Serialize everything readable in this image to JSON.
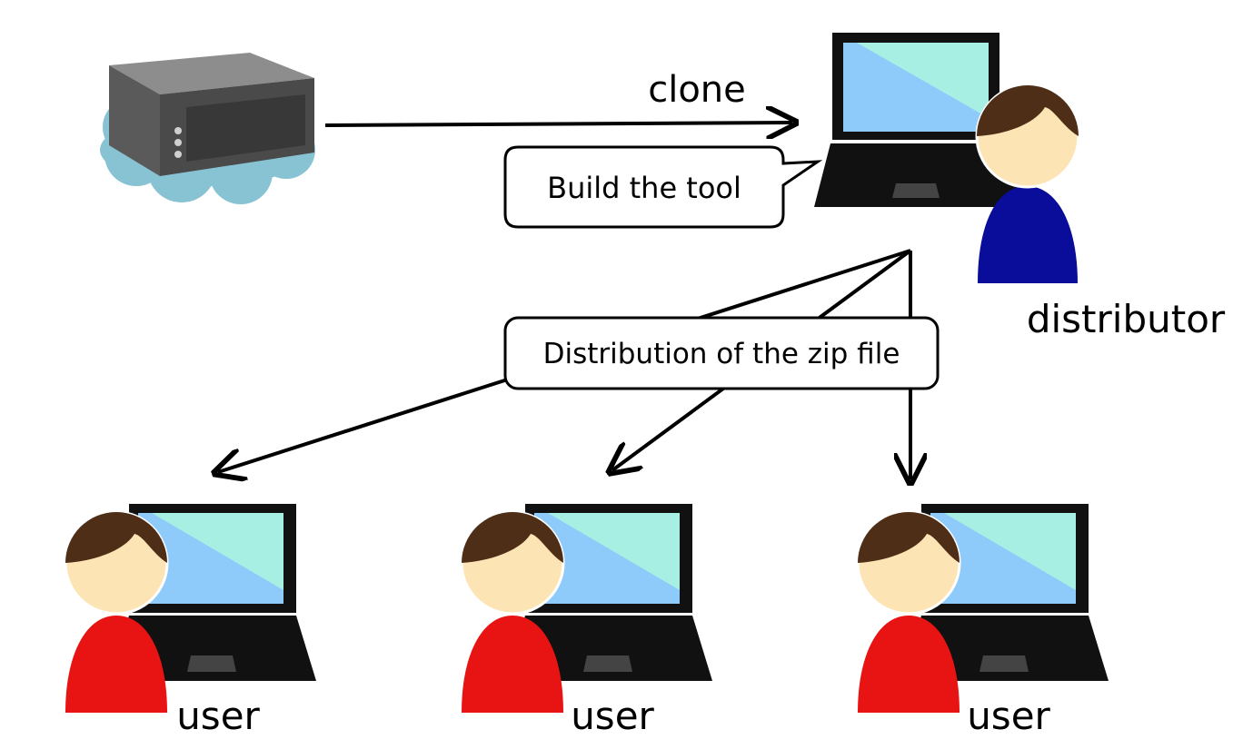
{
  "labels": {
    "clone": "clone",
    "build": "Build the tool",
    "distribution": "Distribution of the zip file",
    "distributor": "distributor",
    "user1": "user",
    "user2": "user",
    "user3": "user"
  },
  "colors": {
    "screen_light": "#a8efe3",
    "screen_blue": "#8fcbfa",
    "laptop_body": "#111111",
    "skin": "#fde4b4",
    "hair": "#4e2e17",
    "distributor_shirt": "#0a0d9a",
    "user_shirt": "#e81414",
    "cloud": "#88c3d4",
    "server": "#5e5e5e"
  }
}
